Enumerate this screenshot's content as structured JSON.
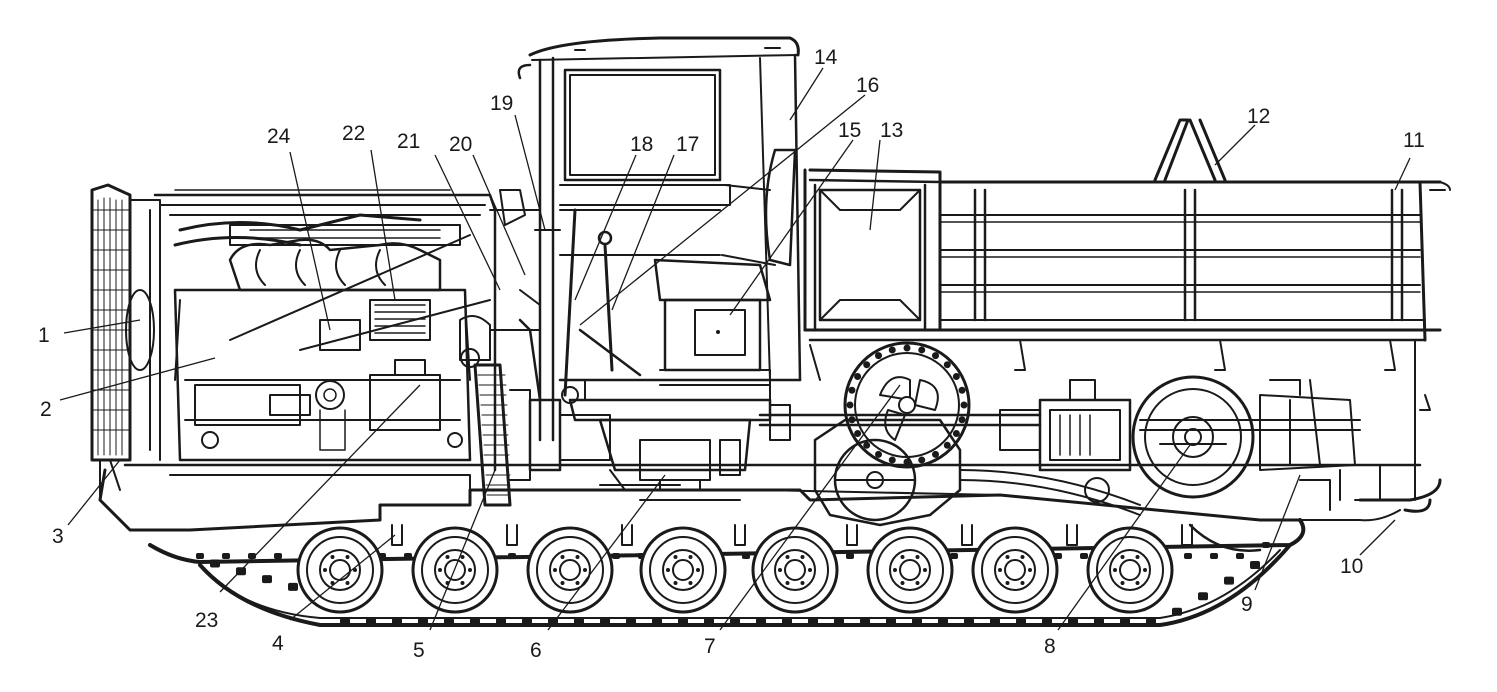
{
  "labels": {
    "l1": "1",
    "l2": "2",
    "l3": "3",
    "l4": "4",
    "l5": "5",
    "l6": "6",
    "l7": "7",
    "l8": "8",
    "l9": "9",
    "l10": "10",
    "l11": "11",
    "l12": "12",
    "l13": "13",
    "l14": "14",
    "l15": "15",
    "l16": "16",
    "l17": "17",
    "l18": "18",
    "l19": "19",
    "l20": "20",
    "l21": "21",
    "l22": "22",
    "l23": "23",
    "l24": "24"
  },
  "colors": {
    "ink": "#1a1a1a",
    "paper": "#ffffff"
  }
}
